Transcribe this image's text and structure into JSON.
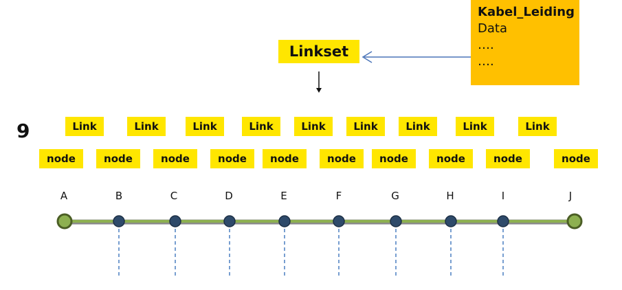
{
  "slide_number": "9",
  "info_box": {
    "title": "Kabel_Leiding",
    "lines": [
      "Data",
      "….",
      "…."
    ]
  },
  "linkset_label": "Linkset",
  "link_labels": [
    "Link",
    "Link",
    "Link",
    "Link",
    "Link",
    "Link",
    "Link",
    "Link",
    "Link"
  ],
  "node_labels": [
    "node",
    "node",
    "node",
    "node",
    "node",
    "node",
    "node",
    "node",
    "node",
    "node"
  ],
  "point_labels": [
    "A",
    "B",
    "C",
    "D",
    "E",
    "F",
    "G",
    "H",
    "I",
    "J"
  ],
  "colors": {
    "tag_yellow": "#ffe600",
    "info_orange": "#ffc000",
    "line_green": "#8db050",
    "node_dark": "#2e4a6a",
    "end_node_green": "#6b8e23",
    "dash_blue": "#4a7fc1",
    "arrow_blue": "#4a74b8"
  }
}
